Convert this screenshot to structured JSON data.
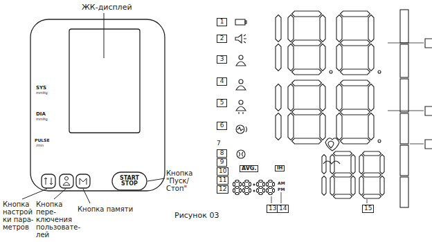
{
  "diagram": {
    "caption": "Рисунок 03",
    "nodes": [
      {
        "text": [
          "START STOP"
        ]
      },
      {
        "text": [
          "AVG."
        ]
      },
      {
        "text": [
          "IH"
        ]
      }
    ],
    "labels": [
      "ЖК-дисплей",
      "SYS",
      "mmHg",
      "DIA",
      "mmHg",
      "PULSE",
      "/min",
      "Кнопка настрой ки пара- метров",
      "Кнопка пере- ключения пользовате- лей",
      "Кнопка памяти",
      "Кнопка \"Пуск/Стоп\"",
      "1",
      "2",
      "3",
      "4",
      "5",
      "6",
      "7",
      "8",
      "9",
      "10",
      "11",
      "12",
      "13",
      "14",
      "15",
      "AM",
      "PM"
    ]
  }
}
